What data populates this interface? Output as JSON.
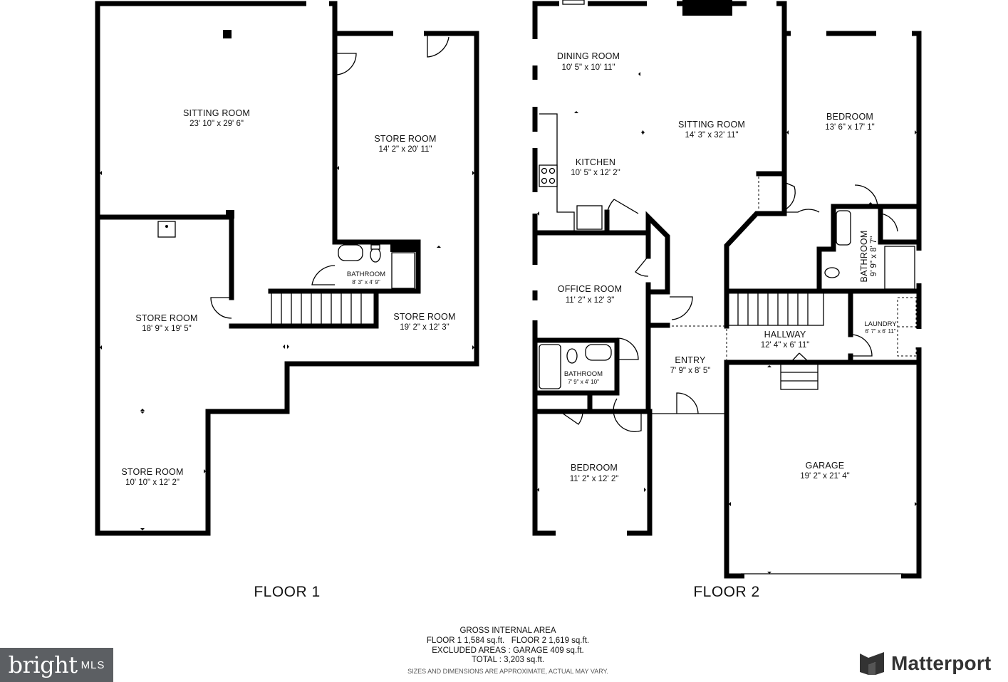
{
  "floor1": {
    "label": "FLOOR 1",
    "rooms": [
      {
        "name": "SITTING ROOM",
        "dims": "23' 10\" x 29' 6\""
      },
      {
        "name": "STORE ROOM",
        "dims": "14' 2\" x 20' 11\""
      },
      {
        "name": "BATHROOM",
        "dims": "8' 3\" x 4' 9\""
      },
      {
        "name": "STORE ROOM",
        "dims": "18' 9\" x 19' 5\""
      },
      {
        "name": "STORE ROOM",
        "dims": "19' 2\" x 12' 3\""
      },
      {
        "name": "STORE ROOM",
        "dims": "10' 10\" x 12' 2\""
      }
    ]
  },
  "floor2": {
    "label": "FLOOR 2",
    "rooms": [
      {
        "name": "DINING ROOM",
        "dims": "10' 5\" x 10' 11\""
      },
      {
        "name": "SITTING ROOM",
        "dims": "14' 3\" x 32' 11\""
      },
      {
        "name": "KITCHEN",
        "dims": "10' 5\" x 12' 2\""
      },
      {
        "name": "BEDROOM",
        "dims": "13' 6\" x 17' 1\""
      },
      {
        "name": "OFFICE ROOM",
        "dims": "11' 2\" x 12' 3\""
      },
      {
        "name": "BATHROOM",
        "dims": "9' 9\" x 8' 7\""
      },
      {
        "name": "HALLWAY",
        "dims": "12' 4\" x 6' 11\""
      },
      {
        "name": "LAUNDRY",
        "dims": "6' 7\" x 6' 11\""
      },
      {
        "name": "BATHROOM",
        "dims": "7' 9\" x 4' 10\""
      },
      {
        "name": "ENTRY",
        "dims": "7' 9\" x 8' 5\""
      },
      {
        "name": "BEDROOM",
        "dims": "11' 2\" x 12' 2\""
      },
      {
        "name": "GARAGE",
        "dims": "19' 2\" x 21' 4\""
      }
    ]
  },
  "summary": {
    "heading": "GROSS INTERNAL AREA",
    "line1": "FLOOR 1 1,584 sq.ft.   FLOOR 2 1,619 sq.ft.",
    "line2": "EXCLUDED AREAS :  GARAGE 409 sq.ft.",
    "line3": "TOTAL :  3,203 sq.ft.",
    "disclaimer": "SIZES AND DIMENSIONS ARE APPROXIMATE, ACTUAL MAY VARY."
  },
  "branding": {
    "bright_text": "bright",
    "bright_suffix": "MLS",
    "matterport": "Matterport",
    "bright_bg": "#5c5f63",
    "matterport_color": "#333333",
    "icons": [
      "bright-mls-logo",
      "matterport-logo-icon"
    ]
  }
}
